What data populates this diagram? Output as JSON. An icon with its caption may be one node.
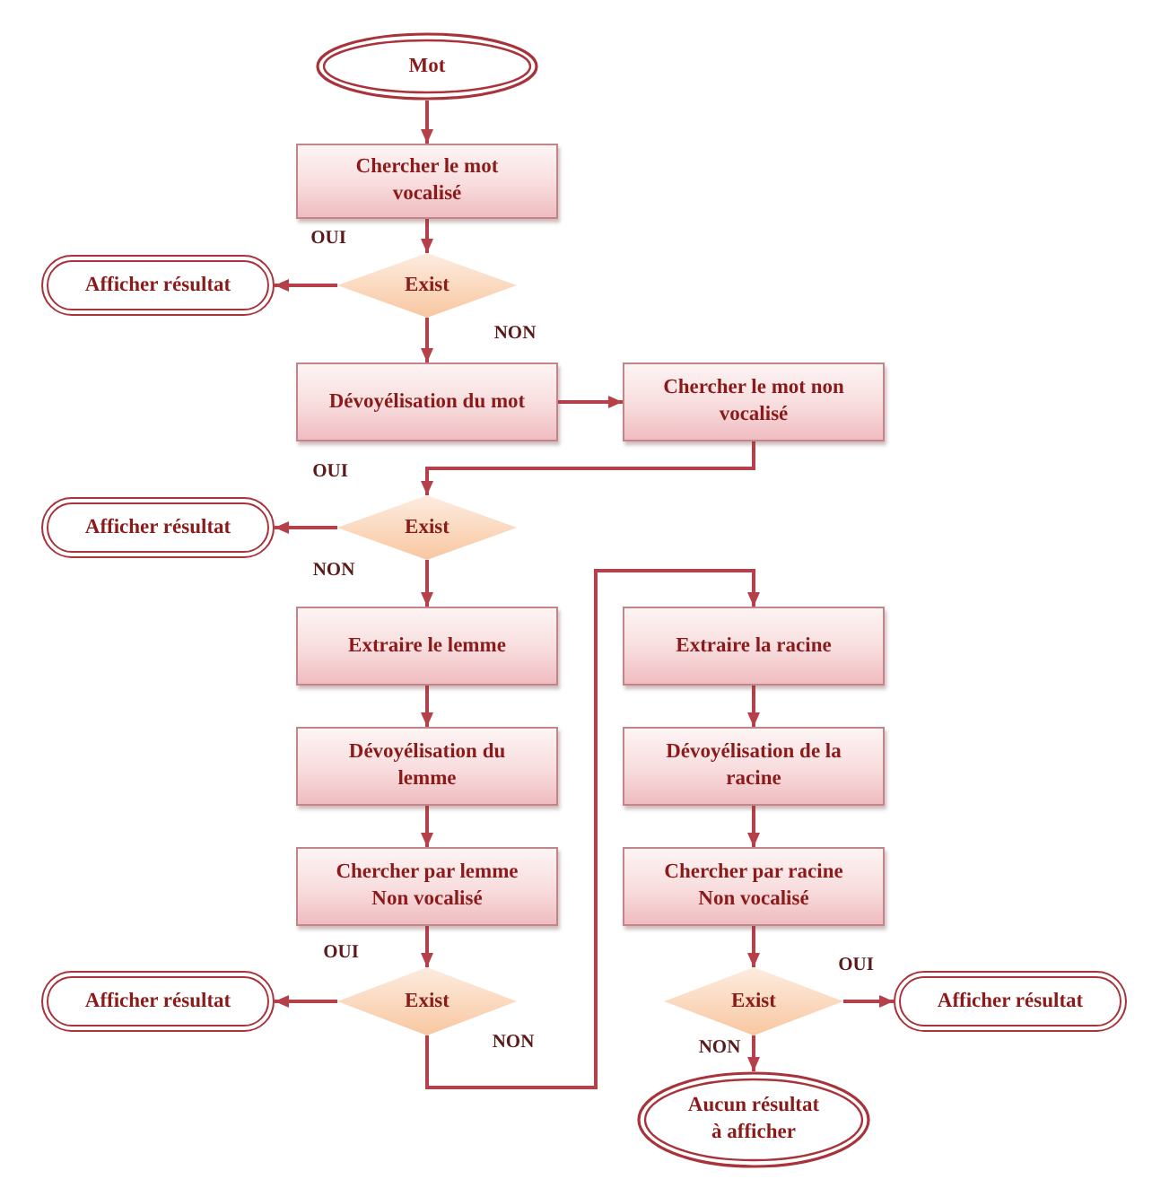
{
  "diagram": {
    "nodes": [
      {
        "text": [
          "Mot"
        ]
      },
      {
        "text": [
          "Chercher le mot vocalisé"
        ]
      },
      {
        "text": [
          "Exist"
        ]
      },
      {
        "text": [
          "Afficher résultat"
        ]
      },
      {
        "text": [
          "Dévoyélisation du mot"
        ]
      },
      {
        "text": [
          "Chercher le mot non vocalisé"
        ]
      },
      {
        "text": [
          "Exist"
        ]
      },
      {
        "text": [
          "Afficher résultat"
        ]
      },
      {
        "text": [
          "Extraire le lemme"
        ]
      },
      {
        "text": [
          "Dévoyélisation du lemme"
        ]
      },
      {
        "text": [
          "Chercher par lemme Non vocalisé"
        ]
      },
      {
        "text": [
          "Exist"
        ]
      },
      {
        "text": [
          "Afficher résultat"
        ]
      },
      {
        "text": [
          "Extraire la racine"
        ]
      },
      {
        "text": [
          "Dévoyélisation de la racine"
        ]
      },
      {
        "text": [
          "Chercher par racine Non vocalisé"
        ]
      },
      {
        "text": [
          "Exist"
        ]
      },
      {
        "text": [
          "Afficher résultat"
        ]
      },
      {
        "text": [
          "Aucun résultat à afficher"
        ]
      }
    ],
    "edges": [
      {
        "from": 0,
        "to": 1,
        "arrow": "to"
      },
      {
        "from": 1,
        "to": 2,
        "arrow": "to"
      },
      {
        "from": 2,
        "to": 3,
        "arrow": "to",
        "label": "OUI"
      },
      {
        "from": 2,
        "to": 4,
        "arrow": "to",
        "label": "NON"
      },
      {
        "from": 4,
        "to": 5,
        "arrow": "to"
      },
      {
        "from": 5,
        "to": 6,
        "arrow": "to"
      },
      {
        "from": 6,
        "to": 7,
        "arrow": "to",
        "label": "OUI"
      },
      {
        "from": 6,
        "to": 8,
        "arrow": "to",
        "label": "NON"
      },
      {
        "from": 8,
        "to": 9,
        "arrow": "to"
      },
      {
        "from": 9,
        "to": 10,
        "arrow": "to"
      },
      {
        "from": 10,
        "to": 11,
        "arrow": "to"
      },
      {
        "from": 11,
        "to": 12,
        "arrow": "to",
        "label": "OUI"
      },
      {
        "from": 11,
        "to": 13,
        "arrow": "to",
        "label": "NON"
      },
      {
        "from": 13,
        "to": 14,
        "arrow": "to"
      },
      {
        "from": 14,
        "to": 15,
        "arrow": "to"
      },
      {
        "from": 15,
        "to": 16,
        "arrow": "to"
      },
      {
        "from": 16,
        "to": 17,
        "arrow": "to",
        "label": "OUI"
      },
      {
        "from": 16,
        "to": 18,
        "arrow": "to",
        "label": "NON"
      }
    ]
  }
}
